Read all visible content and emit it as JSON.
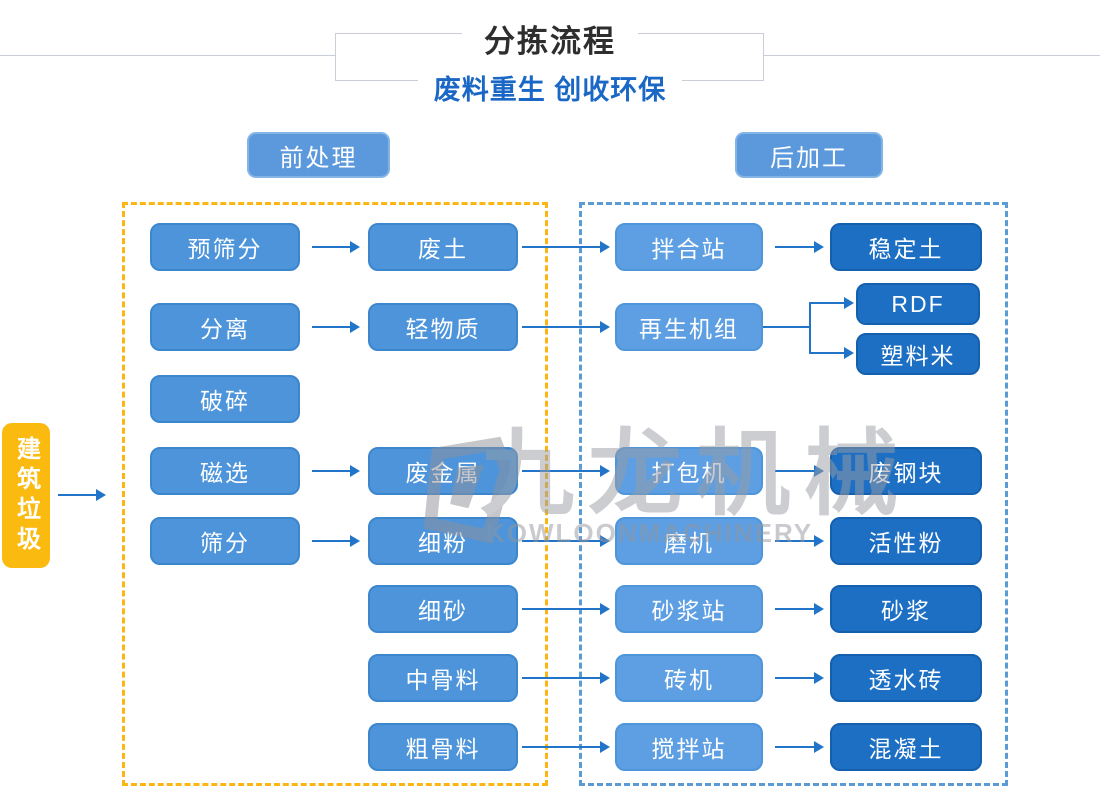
{
  "header": {
    "title": "分拣流程",
    "subtitle": "废料重生 创收环保"
  },
  "sections": {
    "pre_label": "前处理",
    "post_label": "后加工"
  },
  "source": {
    "label": "建筑垃圾"
  },
  "flow": {
    "pre_process": [
      "预筛分",
      "分离",
      "破碎",
      "磁选",
      "筛分"
    ],
    "materials": [
      "废土",
      "轻物质",
      "废金属",
      "细粉",
      "细砂",
      "中骨料",
      "粗骨料"
    ],
    "post_process": [
      "拌合站",
      "再生机组",
      "打包机",
      "磨机",
      "砂浆站",
      "砖机",
      "搅拌站"
    ],
    "products": [
      "稳定土",
      "RDF",
      "塑料米",
      "废钢块",
      "活性粉",
      "砂浆",
      "透水砖",
      "混凝土"
    ]
  },
  "watermark": {
    "brand_cn": "九龙机械",
    "brand_en": "KOWLOONMACHINERY"
  },
  "colors": {
    "process_blue": "#4d94da",
    "station_blue": "#5d9fe2",
    "product_dark_blue": "#1d6fc4",
    "source_yellow": "#fbba10",
    "pre_zone_dash": "#fcb513",
    "post_zone_dash": "#5b9bd5",
    "arrow_blue": "#2274c8",
    "subtitle_blue": "#1a67c5",
    "title_dark": "#2e2e2e"
  }
}
